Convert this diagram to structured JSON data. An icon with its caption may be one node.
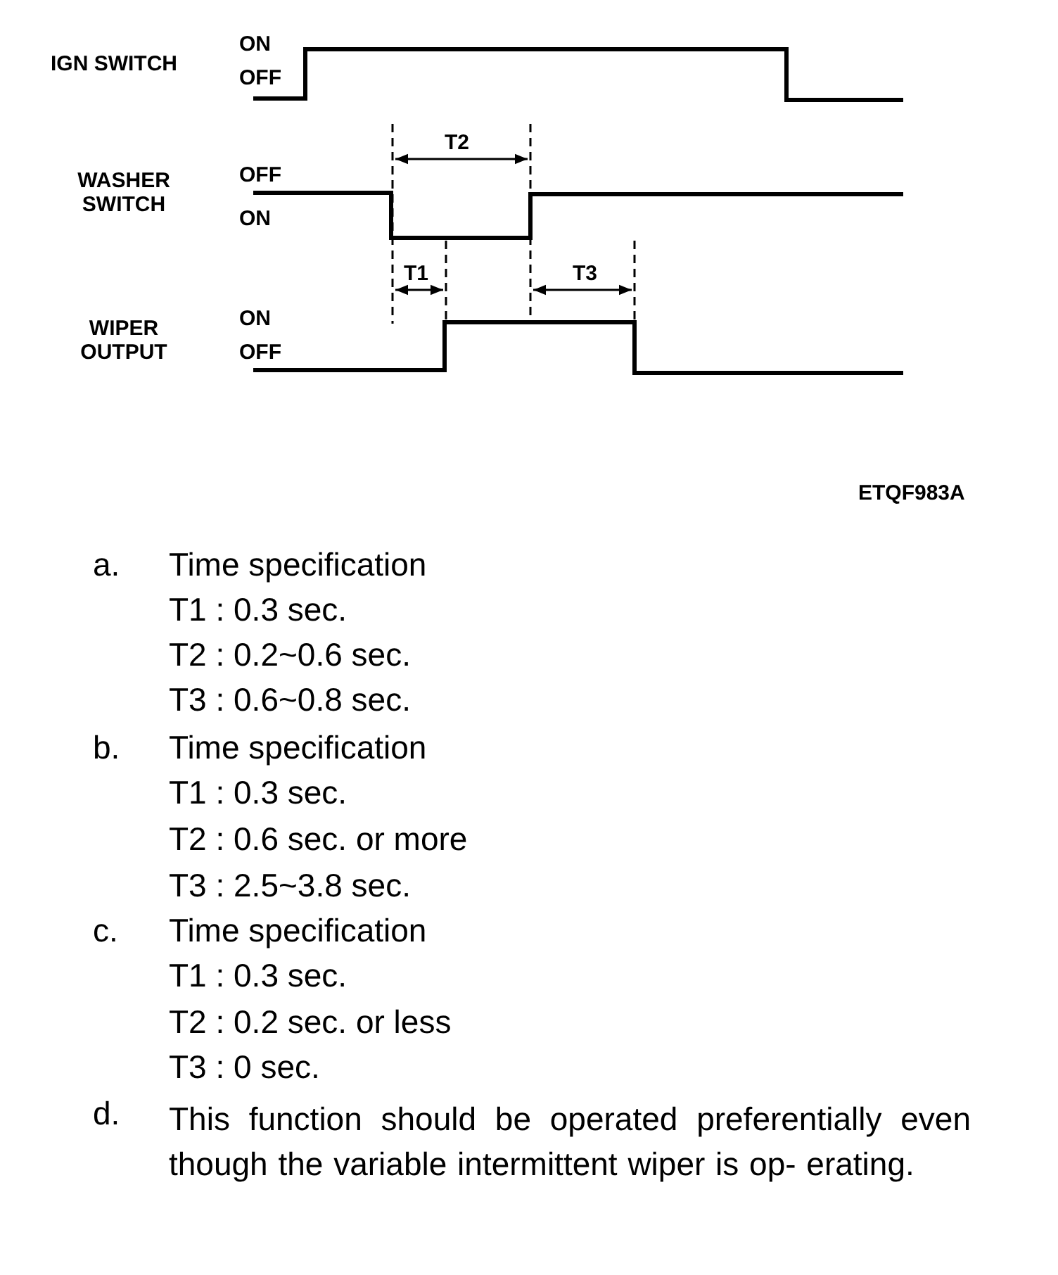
{
  "diagram": {
    "labels": [
      "IGN SWITCH",
      "ON",
      "OFF",
      "T2",
      "WASHER SWITCH",
      "OFF",
      "ON",
      "T1",
      "T3",
      "WIPER OUTPUT",
      "ON",
      "OFF",
      "ETQF983A",
      "a.",
      "Time specification",
      "T1 : 0.3 sec.",
      "T2 : 0.2~0.6 sec.",
      "T3 : 0.6~0.8 sec.",
      "b.",
      "Time specification",
      "T1 : 0.3 sec.",
      "T2 : 0.6 sec. or more",
      "T3 : 2.5~3.8 sec.",
      "c.",
      "Time specification",
      "T1 : 0.3 sec.",
      "T2 : 0.2 sec. or less",
      "T3 : 0 sec.",
      "d.",
      "This function should be operated preferentially even though the variable intermittent wiper is op- erating."
    ]
  }
}
